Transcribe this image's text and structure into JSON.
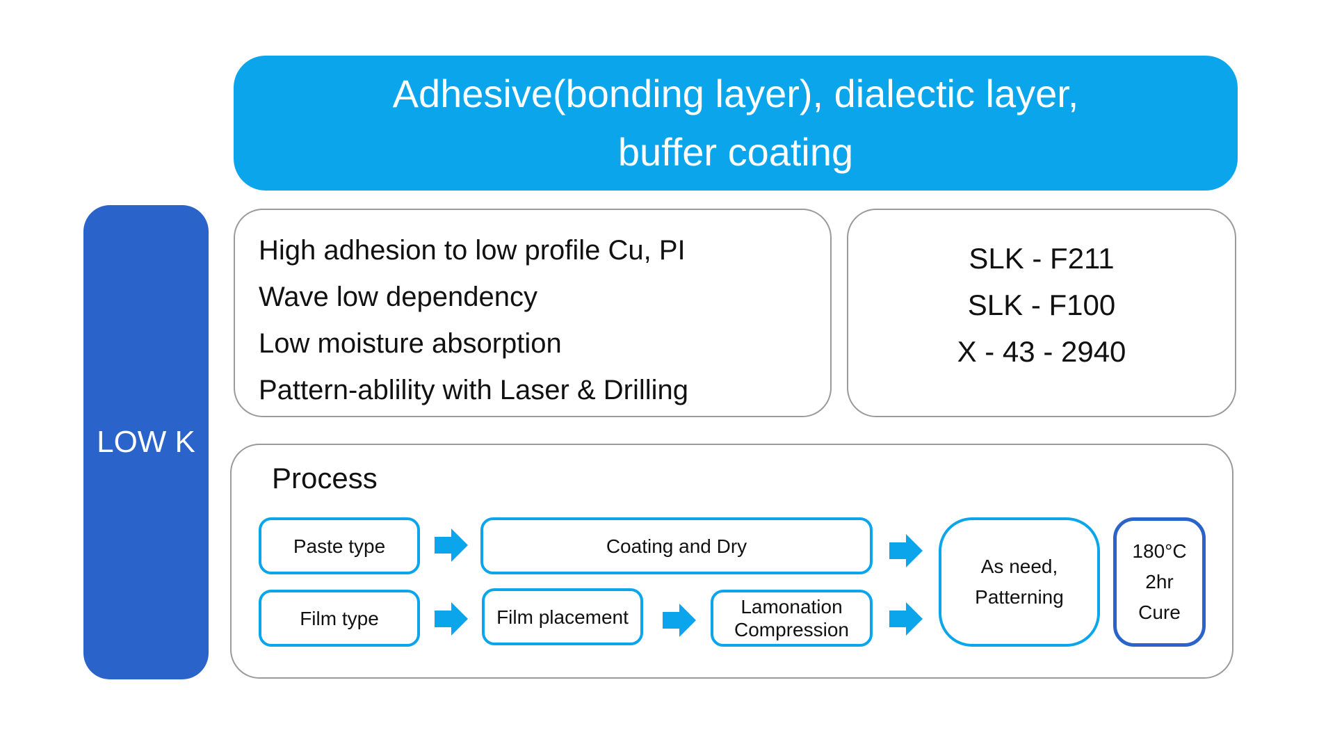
{
  "header": {
    "line1": "Adhesive(bonding layer), dialectic layer,",
    "line2": "buffer coating"
  },
  "side_label": "LOW K",
  "features": [
    "High adhesion to low profile Cu, PI",
    "Wave low dependency",
    "Low moisture absorption",
    "Pattern-ablility with Laser & Drilling"
  ],
  "products": [
    "SLK - F211",
    "SLK - F100",
    "X - 43 - 2940"
  ],
  "process": {
    "title": "Process",
    "paste_type": "Paste type",
    "film_type": "Film type",
    "coating_dry": "Coating and Dry",
    "film_placement": "Film placement",
    "lamonation_line1": "Lamonation",
    "lamonation_line2": "Compression",
    "patterning_line1": "As need,",
    "patterning_line2": "Patterning",
    "cure_line1": "180°C",
    "cure_line2": "2hr",
    "cure_line3": "Cure"
  },
  "colors": {
    "accent": "#0aa5ea",
    "dark_blue": "#2a63c9",
    "panel_border": "#9a9a9a"
  },
  "icons": {
    "arrow": "arrow-right-icon"
  }
}
